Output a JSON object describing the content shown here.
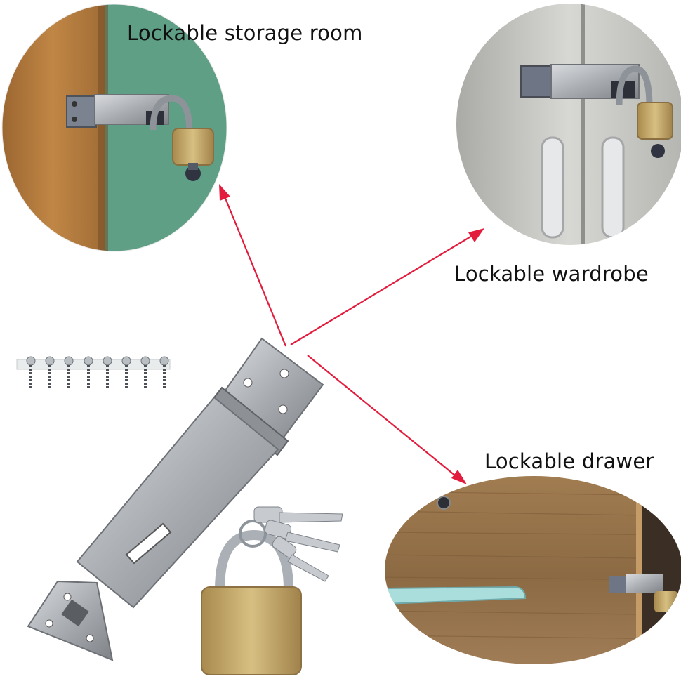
{
  "captions": {
    "storage_room": "Lockable storage room",
    "wardrobe": "Lockable wardrobe",
    "drawer": "Lockable drawer"
  },
  "colors": {
    "arrow": "#e31c3d",
    "door_wood": "#b57a3a",
    "drywall_green": "#5e9f86",
    "wardrobe_grey": "#c9cac5",
    "drawer_wood": "#9a7347",
    "steel": "#b9bcc0",
    "brass": "#c9ad6c"
  },
  "icons": [
    "hasp-icon",
    "padlock-icon",
    "key-icon",
    "screw-icon",
    "arrow-icon"
  ]
}
